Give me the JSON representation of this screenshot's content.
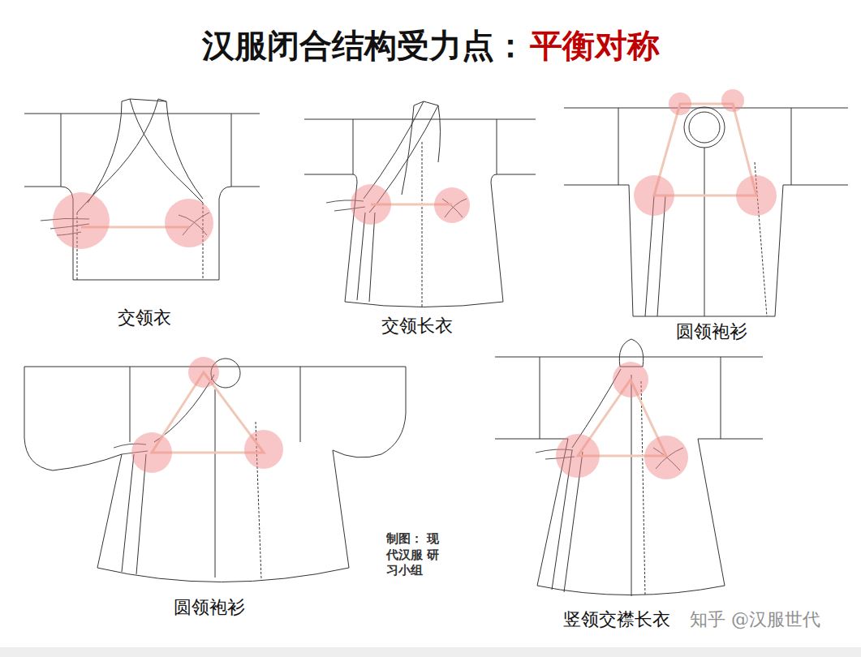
{
  "diagram": {
    "title": "汉服闭合结构受力点：",
    "labels": [
      "平衡对称",
      "交领衣",
      "交领长衣",
      "圆领袍衫",
      "圆领袍衫",
      "竖领交襟长衣",
      "制图： 现代汉服 研习小组",
      "知乎 @汉服世代"
    ]
  }
}
